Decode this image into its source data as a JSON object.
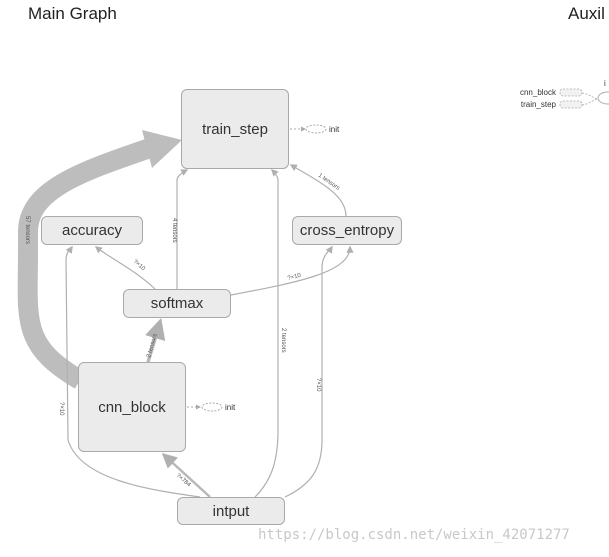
{
  "headers": {
    "main": "Main Graph",
    "auxiliary": "Auxil"
  },
  "nodes": {
    "train_step": "train_step",
    "accuracy": "accuracy",
    "cross_entropy": "cross_entropy",
    "softmax": "softmax",
    "cnn_block": "cnn_block",
    "intput": "intput"
  },
  "init_label": "init",
  "edge_labels": {
    "cnn_to_train": "57 tensors",
    "softmax_to_train": "4 tensors",
    "cross_to_train": "1 tensors",
    "softmax_to_accuracy": "?×10",
    "softmax_to_cross": "?×10",
    "cnn_to_softmax": "2 tensors",
    "input_to_train": "2 tensors",
    "input_to_cross": "?×10",
    "input_to_accuracy": "?×10",
    "input_to_cnn": "?×784"
  },
  "auxiliary": {
    "items": [
      "cnn_block",
      "train_step"
    ],
    "node_prefix": "i"
  },
  "watermark": "https://blog.csdn.net/weixin_42071277"
}
